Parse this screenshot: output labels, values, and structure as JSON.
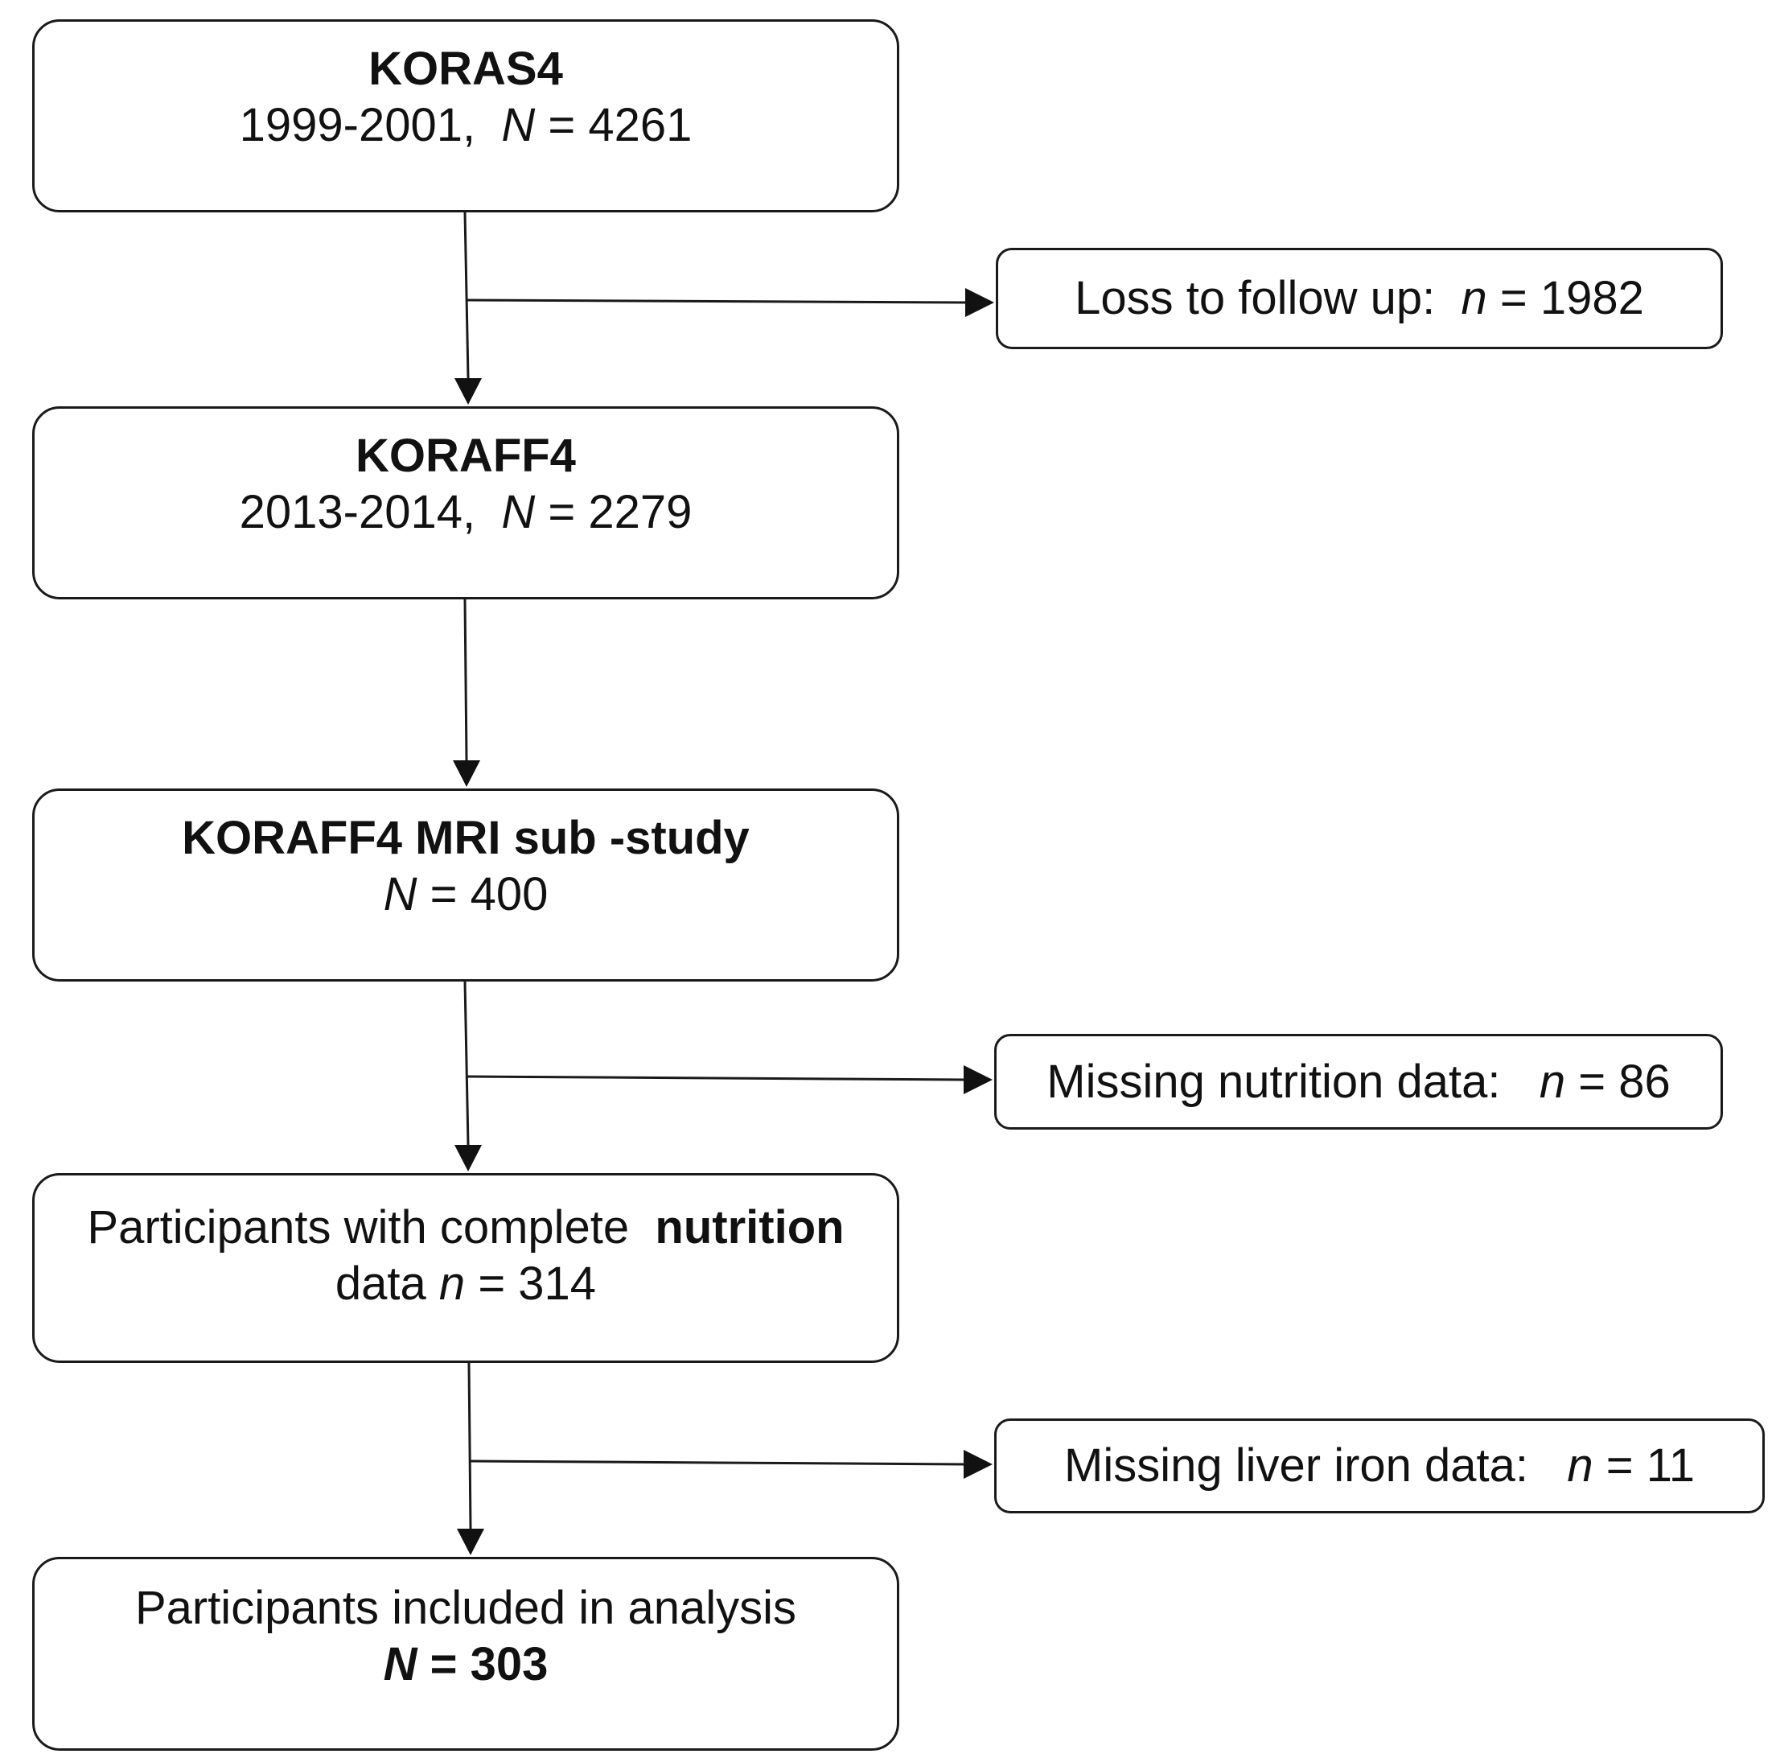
{
  "boxes": {
    "koras4": {
      "title": "KORAS4",
      "years": "1999-2001,",
      "n_symbol": "N",
      "n_value": "= 4261"
    },
    "koraff4": {
      "title": "KORAFF4",
      "years": "2013-2014,",
      "n_symbol": "N",
      "n_value": "= 2279"
    },
    "mri": {
      "title": "KORAFF4 MRI sub -study",
      "n_symbol": "N",
      "n_value": "= 400"
    },
    "complete": {
      "line1_plain": "Participants with complete ",
      "line1_bold": "nutrition",
      "line2_plain": "data ",
      "n_symbol": "n",
      "n_value": "= 314"
    },
    "final": {
      "line1": "Participants included in analysis",
      "n_symbol": "N",
      "n_value": "= 303"
    }
  },
  "exclusions": {
    "loss": {
      "label": "Loss to follow up:  ",
      "n_symbol": "n",
      "n_value": "= 1982"
    },
    "nutrition": {
      "label": "Missing nutrition data:   ",
      "n_symbol": "n",
      "n_value": "= 86"
    },
    "iron": {
      "label": "Missing liver iron data:   ",
      "n_symbol": "n",
      "n_value": "= 11"
    }
  },
  "colors": {
    "stroke": "#1a1a1a",
    "background": "#ffffff"
  }
}
